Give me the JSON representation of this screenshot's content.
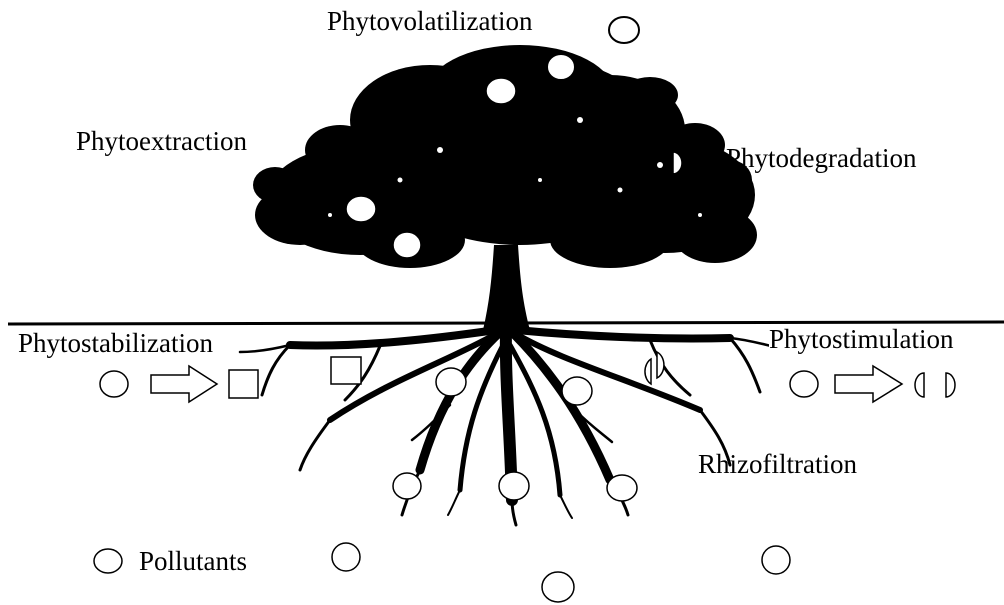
{
  "diagram": {
    "labels": {
      "phytovolatilization": "Phytovolatilization",
      "phytoextraction": "Phytoextraction",
      "phytodegradation": "Phytodegradation",
      "phytostabilization": "Phytostabilization",
      "phytostimulation": "Phytostimulation",
      "rhizofiltration": "Rhizofiltration"
    },
    "legend": {
      "pollutants_label": "Pollutants"
    },
    "colors": {
      "ink": "#000000",
      "pollutant_fill": "#ffffff"
    }
  }
}
